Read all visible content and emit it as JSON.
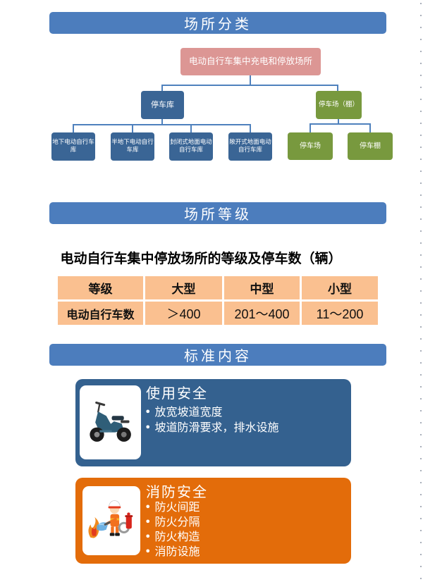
{
  "colors": {
    "banner_blue": "#4C7DBD",
    "connector_blue": "#4F81BD",
    "node_blue": "#3A6595",
    "node_pink": "#DC9694",
    "node_green": "#78993E",
    "table_peach": "#FAC090",
    "card_blue": "#34618F",
    "card_orange": "#E36C0A",
    "page_bg": "#FFFFFF"
  },
  "sections": {
    "classification": {
      "banner": "场所分类",
      "tree": {
        "root": "电动自行车集中充电和停放场所",
        "branch_blue": {
          "label": "停车库",
          "children": [
            "地下电动自行车库",
            "半地下电动自行车库",
            "封闭式地面电动自行车库",
            "敞开式地面电动自行车库"
          ]
        },
        "branch_green": {
          "label": "停车场（棚）",
          "children": [
            "停车场",
            "停车棚"
          ]
        }
      }
    },
    "grade": {
      "banner": "场所等级",
      "table_title": "电动自行车集中停放场所的等级及停车数（辆）",
      "table": {
        "headers": [
          "等级",
          "大型",
          "中型",
          "小型"
        ],
        "row_label": "电动自行车数",
        "row_values": [
          "＞400",
          "201～400",
          "11～200"
        ]
      }
    },
    "standard": {
      "banner": "标准内容",
      "cards": [
        {
          "title": "使用安全",
          "icon": "electric-scooter",
          "bullets": [
            "放宽坡道宽度",
            "坡道防滑要求，排水设施"
          ]
        },
        {
          "title": "消防安全",
          "icon": "firefighter",
          "bullets": [
            "防火间距",
            "防火分隔",
            "防火构造",
            "消防设施"
          ]
        }
      ]
    }
  }
}
